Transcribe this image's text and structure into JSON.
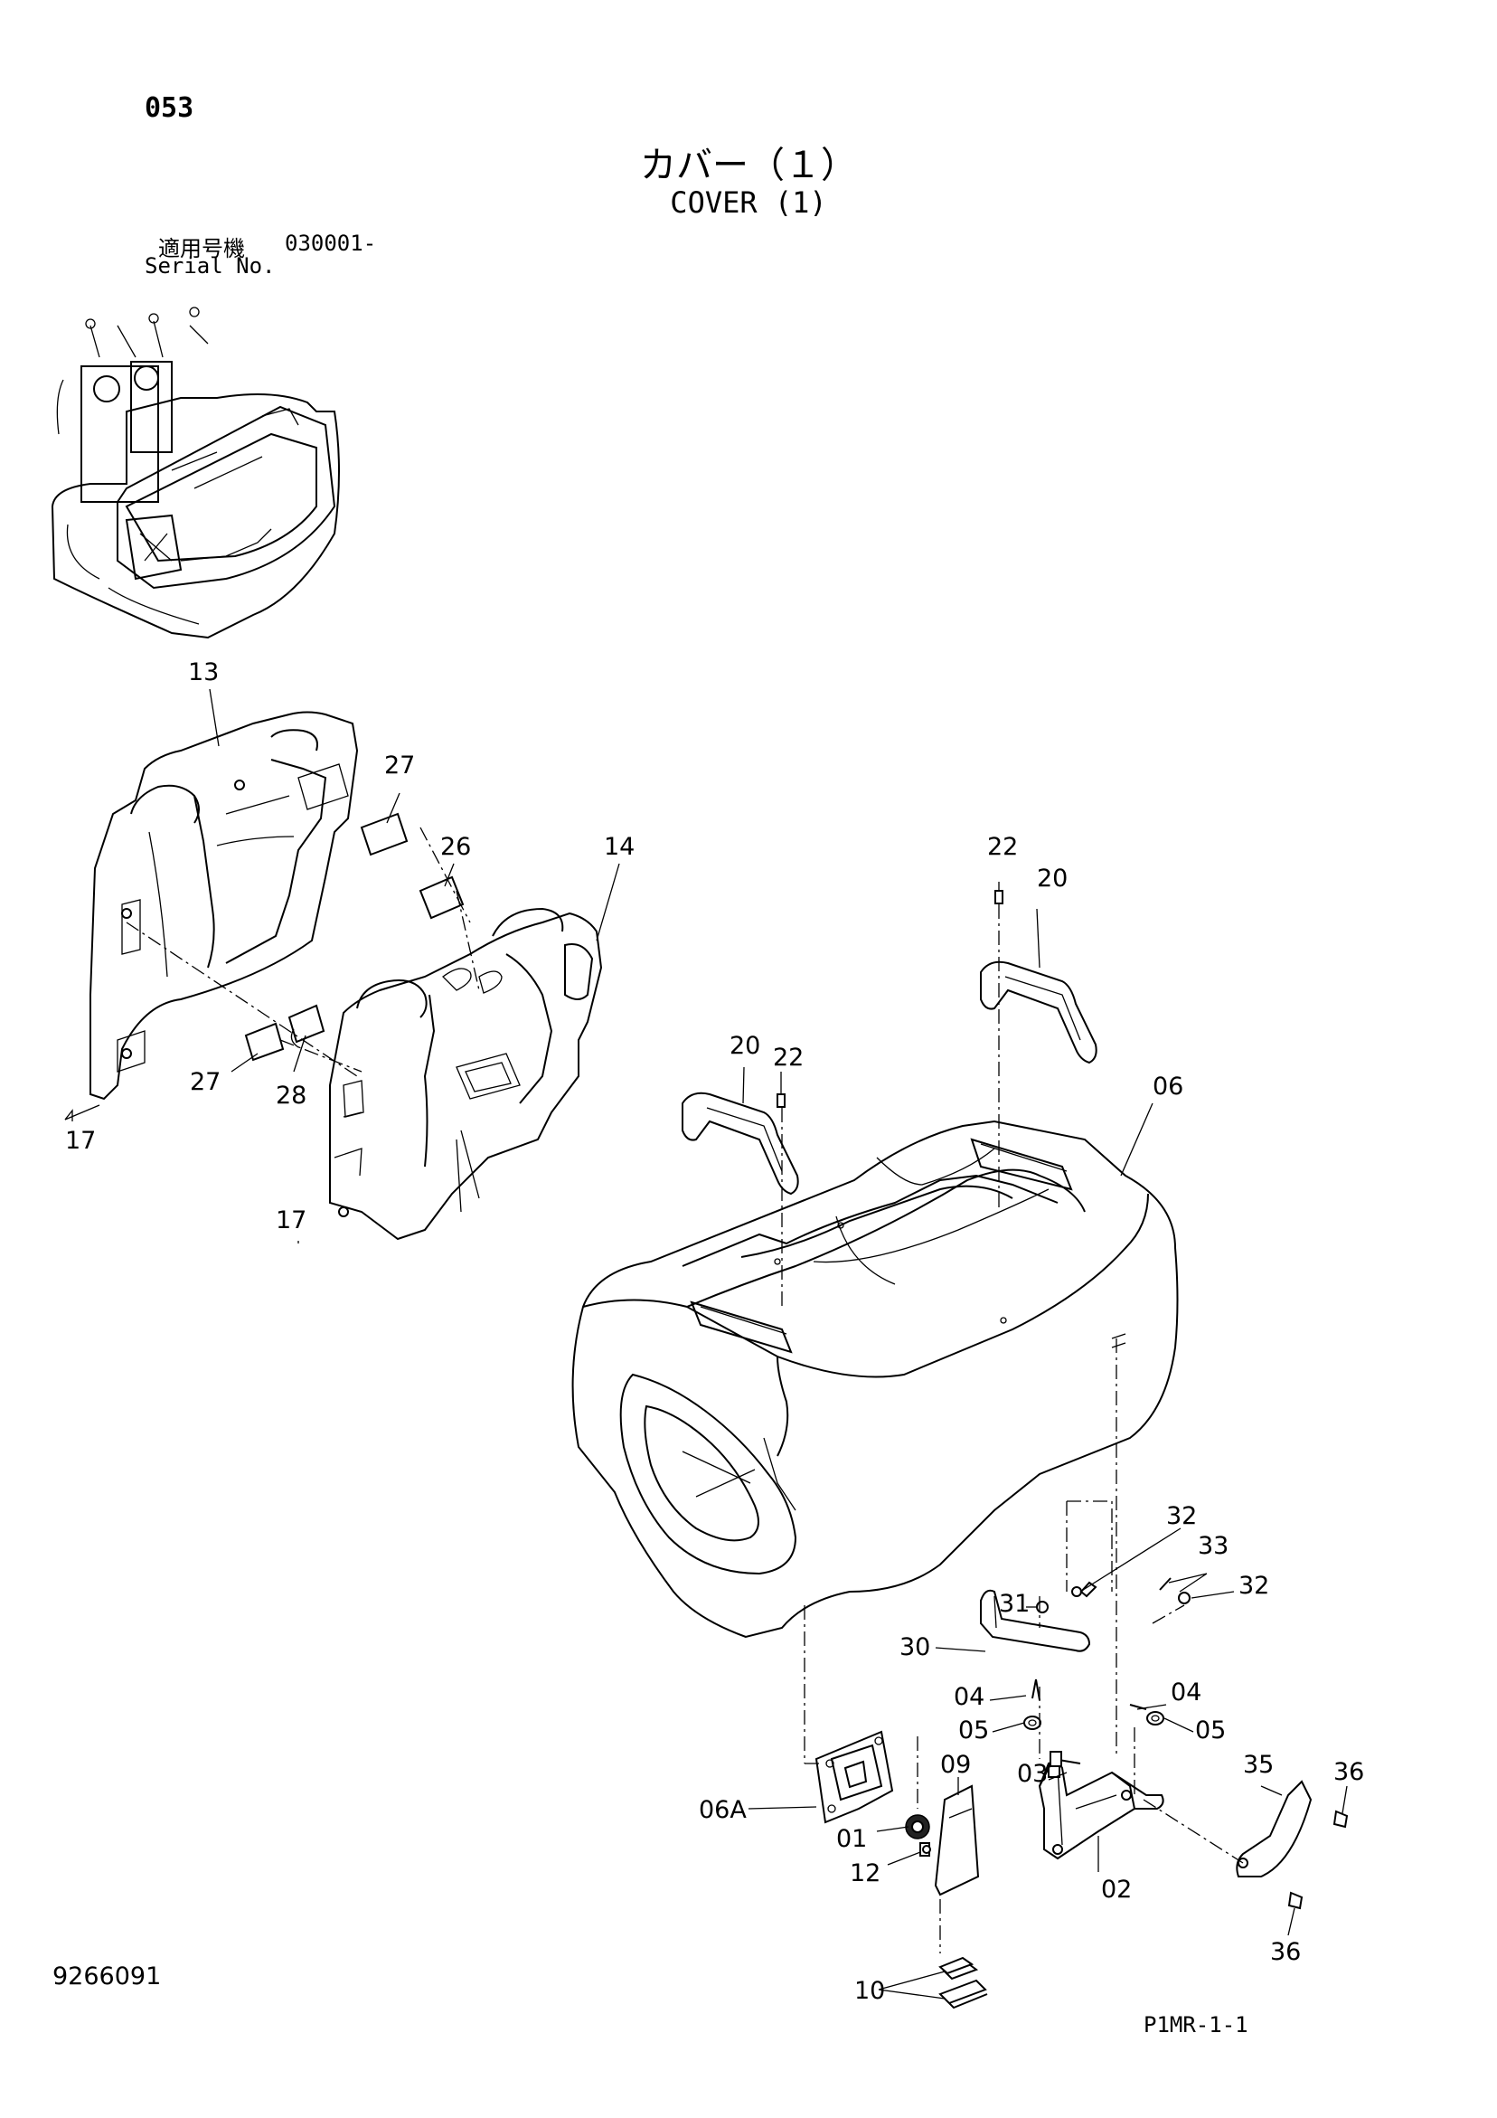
{
  "header": {
    "page_number": "053",
    "title_jp": "カバー（１）",
    "title_en": "COVER (1)",
    "serial_label_jp": "適用号機",
    "serial_value": "030001-",
    "serial_label_en": "Serial No."
  },
  "footer": {
    "document_number": "9266091",
    "reference_code": "P1MR-1-1"
  },
  "callouts": [
    {
      "id": "c13",
      "label": "13"
    },
    {
      "id": "c27a",
      "label": "27"
    },
    {
      "id": "c26",
      "label": "26"
    },
    {
      "id": "c14",
      "label": "14"
    },
    {
      "id": "c27b",
      "label": "27"
    },
    {
      "id": "c28",
      "label": "28"
    },
    {
      "id": "c17a",
      "label": "17"
    },
    {
      "id": "c17b",
      "label": "17"
    },
    {
      "id": "c22a",
      "label": "22"
    },
    {
      "id": "c20a",
      "label": "20"
    },
    {
      "id": "c20b",
      "label": "20"
    },
    {
      "id": "c22b",
      "label": "22"
    },
    {
      "id": "c06",
      "label": "06"
    },
    {
      "id": "c32a",
      "label": "32"
    },
    {
      "id": "c33",
      "label": "33"
    },
    {
      "id": "c32b",
      "label": "32"
    },
    {
      "id": "c31",
      "label": "31"
    },
    {
      "id": "c30",
      "label": "30"
    },
    {
      "id": "c04a",
      "label": "04"
    },
    {
      "id": "c04b",
      "label": "04"
    },
    {
      "id": "c05a",
      "label": "05"
    },
    {
      "id": "c05b",
      "label": "05"
    },
    {
      "id": "c09",
      "label": "09"
    },
    {
      "id": "c03",
      "label": "03"
    },
    {
      "id": "c35",
      "label": "35"
    },
    {
      "id": "c36a",
      "label": "36"
    },
    {
      "id": "c06A",
      "label": "06A"
    },
    {
      "id": "c01",
      "label": "01"
    },
    {
      "id": "c12",
      "label": "12"
    },
    {
      "id": "c02",
      "label": "02"
    },
    {
      "id": "c36b",
      "label": "36"
    },
    {
      "id": "c10",
      "label": "10"
    }
  ]
}
